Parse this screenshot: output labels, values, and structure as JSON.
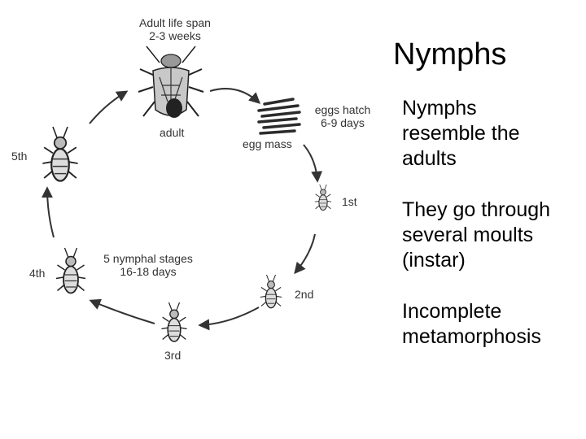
{
  "slide": {
    "title": "Nymphs",
    "bullets": [
      [
        "Nymphs",
        "resemble the",
        "adults"
      ],
      [
        "They go through",
        "several moults",
        "(instar)"
      ],
      [
        "Incomplete",
        "metamorphosis"
      ]
    ]
  },
  "diagram": {
    "lifespan": [
      "Adult life span",
      "2-3 weeks"
    ],
    "adult": "adult",
    "eggs_hatch": [
      "eggs hatch",
      "6-9 days"
    ],
    "egg_mass": "egg mass",
    "stages": {
      "first": "1st",
      "second": "2nd",
      "third": "3rd",
      "fourth": "4th",
      "fifth": "5th"
    },
    "nymphal": [
      "5 nymphal stages",
      "16-18 days"
    ]
  }
}
